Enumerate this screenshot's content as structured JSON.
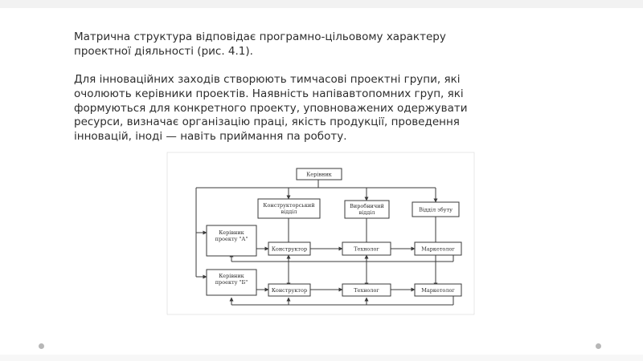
{
  "paragraphs": [
    "Матрична структура відповідає програмно-цільовому характеру проектної діяльності (рис. 4.1).",
    "Для інноваційних заходів створюють тимчасові проектні групи, які очолюють керівники проектів. Наявність напівавтопомних груп, які формуються для конкретного проекту, уповноважених одержувати ресурси, визначає організацію праці, якість продукції, проведення інновацій, іноді — навіть приймання па роботу."
  ],
  "diagram": {
    "head": "Керівник",
    "departments": [
      "Конструкторський відділ",
      "Виробничий відділ",
      "Відділ збуту"
    ],
    "project_managers": [
      "Керівник проекту \"А\"",
      "Керівник проекту \"Б\""
    ],
    "row_a": [
      "Конструктор",
      "Технолог",
      "Маркетолог"
    ],
    "row_b": [
      "Конструктор",
      "Технолог",
      "Маркетолог"
    ]
  }
}
